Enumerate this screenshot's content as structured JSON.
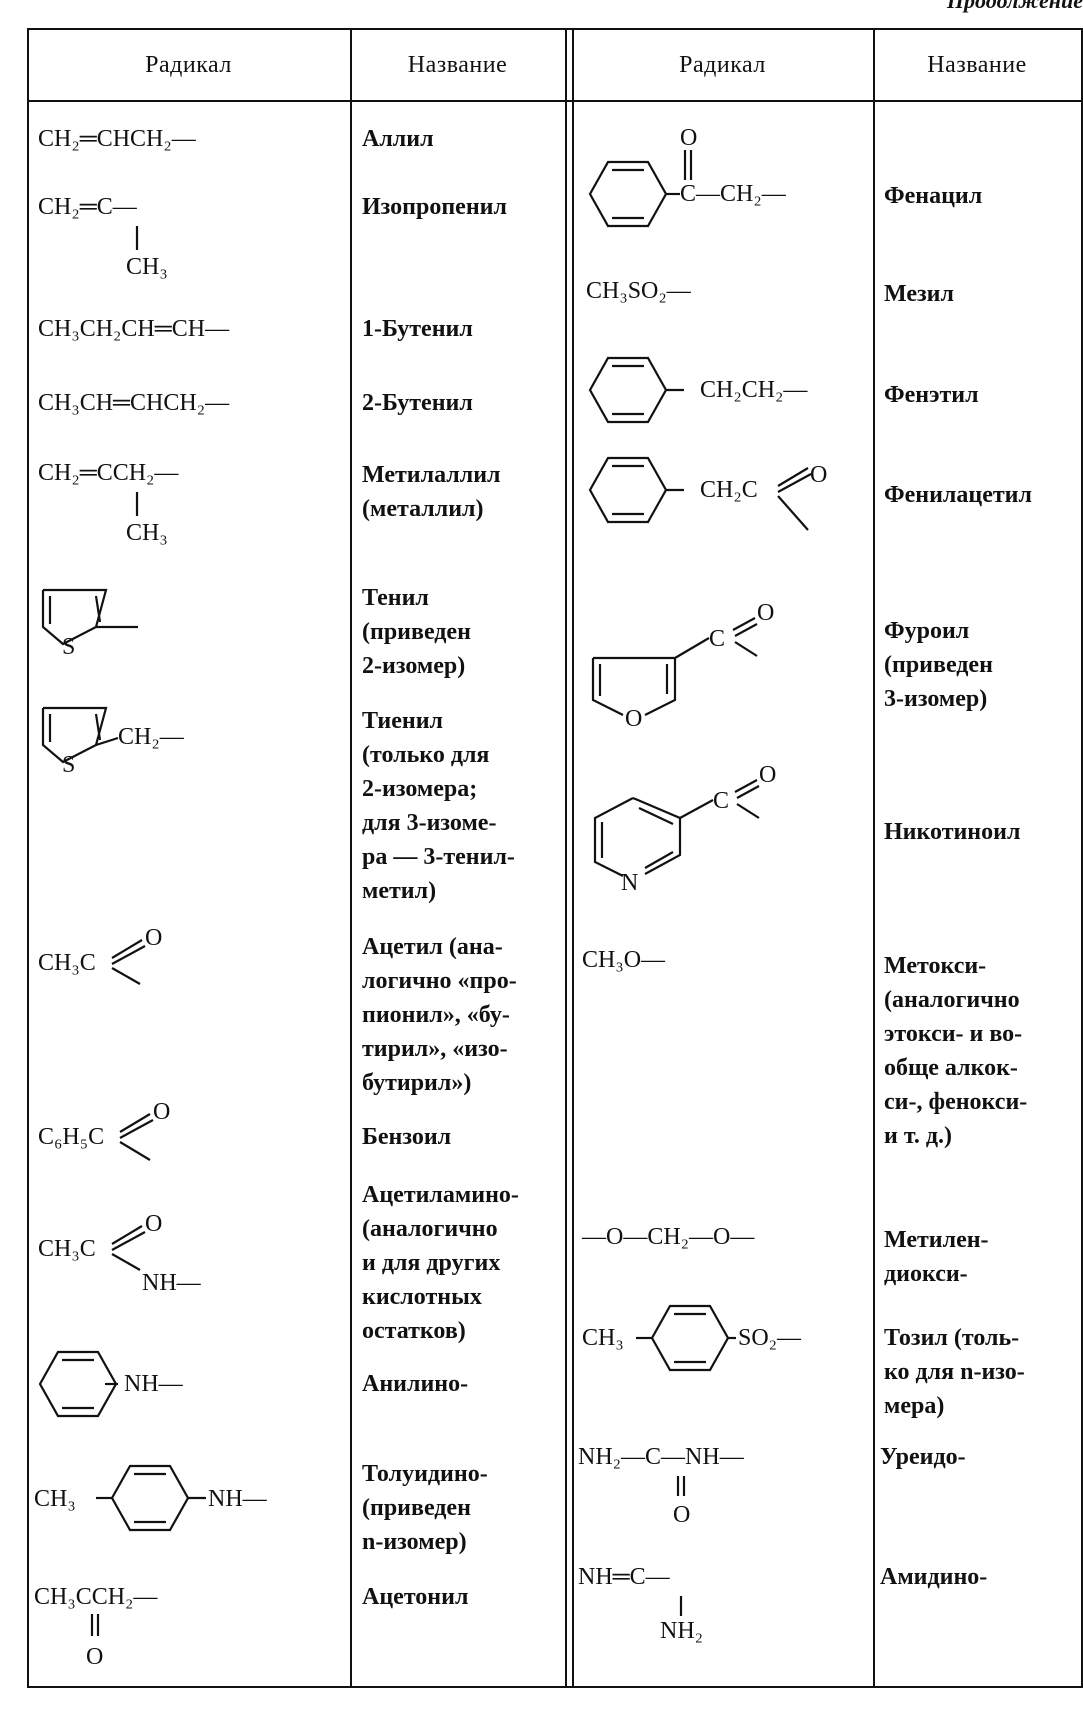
{
  "page_header": "Продолжение",
  "columns": [
    "Радикал",
    "Название",
    "Радикал",
    "Название"
  ],
  "left": [
    {
      "formula": "CH₂═CHCH₂—",
      "name": [
        "Аллил"
      ]
    },
    {
      "formula": "CH₂═C—",
      "formula_sub": "CH₃",
      "name": [
        "Изопропенил"
      ]
    },
    {
      "formula": "CH₃CH₂CH═CH—",
      "name": [
        "1-Бутенил"
      ]
    },
    {
      "formula": "CH₃CH═CHCH₂—",
      "name": [
        "2-Бутенил"
      ]
    },
    {
      "formula": "CH₂═CCH₂—",
      "formula_sub": "CH₃",
      "name": [
        "Метилаллил",
        "(металлил)"
      ]
    },
    {
      "ring_atom": "S",
      "name": [
        "Тенил",
        "(приведен",
        "2-изомер)"
      ]
    },
    {
      "ring_atom": "S",
      "formula": "CH₂—",
      "name": [
        "Тиенил",
        "(только для",
        "2-изомера;",
        "для 3-изоме-",
        "ра — 3-тенил-",
        "метил)"
      ]
    },
    {
      "formula": "CH₃C",
      "oxygen": "O",
      "name": [
        "Ацетил (ана-",
        "логично «про-",
        "пионил», «бу-",
        "тирил», «изо-",
        "бутирил»)"
      ]
    },
    {
      "formula": "C₆H₅C",
      "oxygen": "O",
      "name": [
        "Бензоил"
      ]
    },
    {
      "formula": "CH₃C",
      "oxygen": "O",
      "formula_tail": "NH—",
      "name": [
        "Ацетиламино-",
        "(аналогично",
        "и для других",
        "кислотных",
        "остатков)"
      ]
    },
    {
      "formula": "NH—",
      "name": [
        "Анилино-"
      ]
    },
    {
      "formula_pre": "CH₃",
      "formula": "NH—",
      "name": [
        "Толуидино-",
        "(приведен",
        "n-изомер)"
      ]
    },
    {
      "formula": "CH₃CCH₂—",
      "oxygen": "O",
      "name": [
        "Ацетонил"
      ]
    }
  ],
  "right": [
    {
      "formula": "C—CH₂—",
      "oxygen": "O",
      "name": [
        "Фенацил"
      ]
    },
    {
      "formula": "CH₃SO₂—",
      "name": [
        "Мезил"
      ]
    },
    {
      "formula": "CH₂CH₂—",
      "name": [
        "Фенэтил"
      ]
    },
    {
      "formula": "CH₂C",
      "oxygen": "O",
      "name": [
        "Фенилацетил"
      ]
    },
    {
      "ring_atom": "O",
      "formula": "C",
      "oxygen": "O",
      "name": [
        "Фуроил",
        "(приведен",
        "3-изомер)"
      ]
    },
    {
      "ring_atom": "N",
      "formula": "C",
      "oxygen": "O",
      "name": [
        "Никотиноил"
      ]
    },
    {
      "formula": "CH₃O—",
      "name": [
        "Метокси-",
        "(аналогично",
        "этокси- и во-",
        "обще алкок-",
        "си-, фенокси-",
        "и т. д.)"
      ]
    },
    {
      "formula": "—O—CH₂—O—",
      "name": [
        "Метилен-",
        "диокси-"
      ]
    },
    {
      "formula_pre": "CH₃",
      "formula": "SO₂—",
      "name": [
        "Тозил (толь-",
        "ко для n-изо-",
        "мера)"
      ]
    },
    {
      "formula": "NH₂—C—NH—",
      "oxygen": "O",
      "name": [
        "Уреидо-"
      ]
    },
    {
      "formula": "NH═C—",
      "formula_sub": "NH₂",
      "name": [
        "Амидино-"
      ]
    }
  ]
}
